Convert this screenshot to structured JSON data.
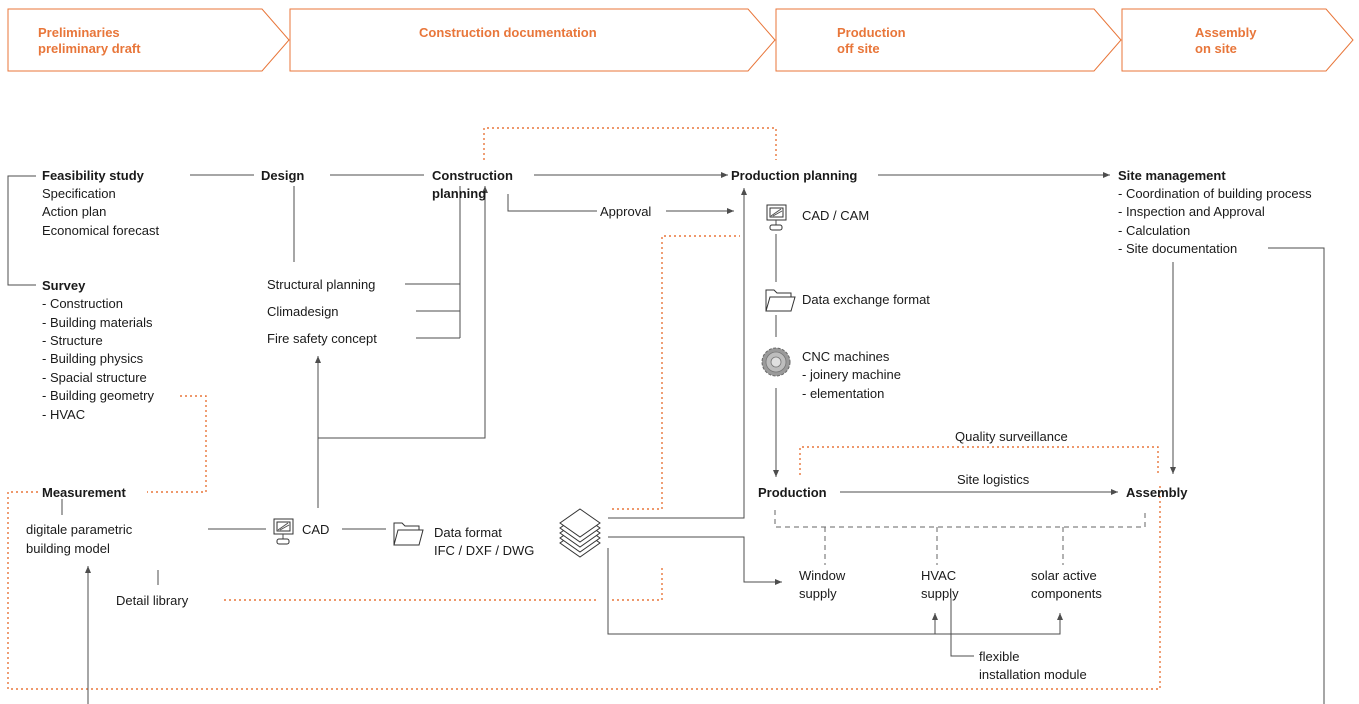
{
  "colors": {
    "accent": "#e8763a",
    "line": "#4d4d4d",
    "text": "#1a1a1a"
  },
  "phases": [
    {
      "line1": "Preliminaries",
      "line2": "preliminary draft"
    },
    {
      "line1": "Construction documentation"
    },
    {
      "line1": "Production",
      "line2": "off site"
    },
    {
      "line1": "Assembly",
      "line2": "on site"
    }
  ],
  "nodes": {
    "feasibility": {
      "title": "Feasibility study",
      "items": [
        "Specification",
        "Action plan",
        "Economical forecast"
      ]
    },
    "design": {
      "title": "Design"
    },
    "construction_planning": {
      "line1": "Construction",
      "line2": "planning"
    },
    "production_planning": {
      "title": "Production planning"
    },
    "site_management": {
      "title": "Site management",
      "items": [
        "- Coordination of building process",
        "- Inspection and Approval",
        "- Calculation",
        "- Site documentation"
      ]
    },
    "approval": {
      "label": "Approval"
    },
    "cad_cam": {
      "label": "CAD / CAM",
      "icon": "monitor-icon"
    },
    "survey": {
      "title": "Survey",
      "items": [
        "- Construction",
        "- Building materials",
        "- Structure",
        "- Building physics",
        "- Spacial structure",
        "- Building geometry",
        "- HVAC"
      ]
    },
    "structural_planning": {
      "label": "Structural planning"
    },
    "climadesign": {
      "label": "Climadesign"
    },
    "fire_safety": {
      "label": "Fire safety concept"
    },
    "data_exchange": {
      "label": "Data exchange format",
      "icon": "folder-icon"
    },
    "cnc": {
      "title": "CNC machines",
      "items": [
        "- joinery machine",
        "- elementation"
      ],
      "icon": "gear-icon"
    },
    "quality": {
      "label": "Quality surveillance"
    },
    "measurement": {
      "title": "Measurement"
    },
    "production": {
      "title": "Production"
    },
    "site_logistics": {
      "label": "Site logistics"
    },
    "assembly": {
      "title": "Assembly"
    },
    "parametric_model": {
      "line1": "digitale parametric",
      "line2": "building model"
    },
    "cad": {
      "label": "CAD",
      "icon": "monitor-icon"
    },
    "data_format": {
      "line1": "Data format",
      "line2": "IFC / DXF / DWG",
      "icon": "folder-icon"
    },
    "layers_icon": {
      "icon": "layers-icon"
    },
    "detail_library": {
      "label": "Detail library"
    },
    "window_supply": {
      "line1": "Window",
      "line2": "supply"
    },
    "hvac_supply": {
      "line1": "HVAC",
      "line2": "supply"
    },
    "solar": {
      "line1": "solar active",
      "line2": "components"
    },
    "flexible_module": {
      "line1": "flexible",
      "line2": "installation module"
    }
  }
}
